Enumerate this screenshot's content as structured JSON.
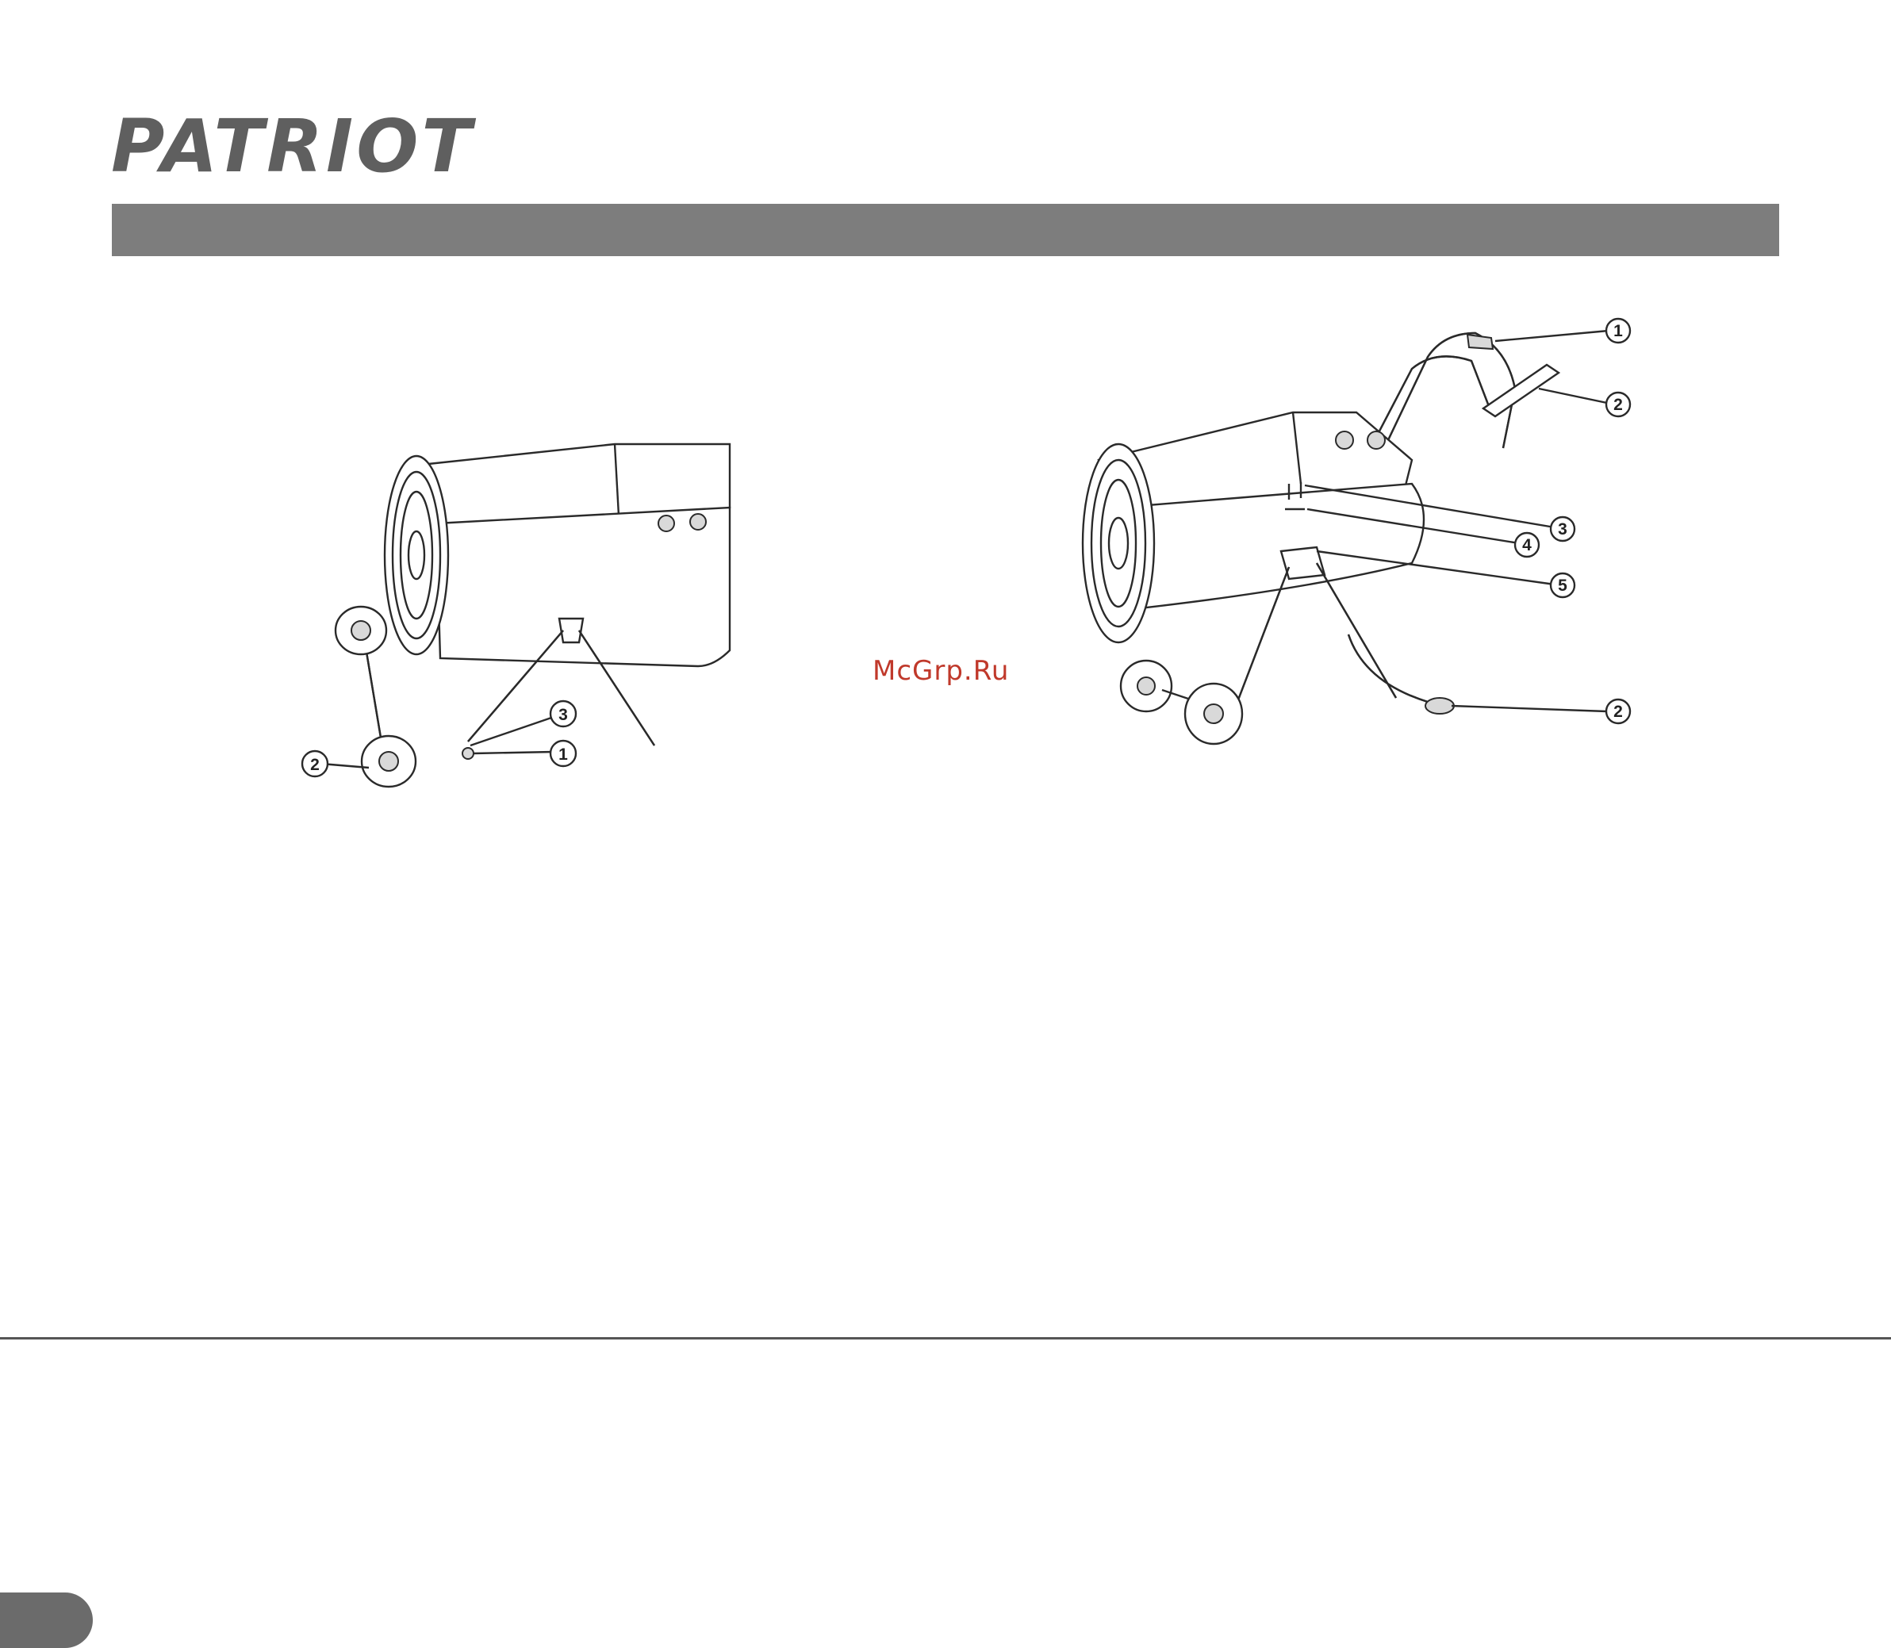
{
  "brand": {
    "logo_text": "PATRIOT"
  },
  "watermark": {
    "text": "McGrp.Ru"
  },
  "figure_left": {
    "callouts": [
      {
        "id": "cl-1",
        "label": "1"
      },
      {
        "id": "cl-2",
        "label": "2"
      },
      {
        "id": "cl-3",
        "label": "3"
      }
    ]
  },
  "figure_right": {
    "callouts": [
      {
        "id": "cr-1",
        "label": "1"
      },
      {
        "id": "cr-2a",
        "label": "2"
      },
      {
        "id": "cr-3",
        "label": "3"
      },
      {
        "id": "cr-4",
        "label": "4"
      },
      {
        "id": "cr-5",
        "label": "5"
      },
      {
        "id": "cr-2b",
        "label": "2"
      }
    ]
  },
  "colors": {
    "header_bar": "#7d7d7d",
    "logo": "#5f5f5f",
    "watermark": "#c0392b",
    "page_marker": "#6b6b6b"
  }
}
